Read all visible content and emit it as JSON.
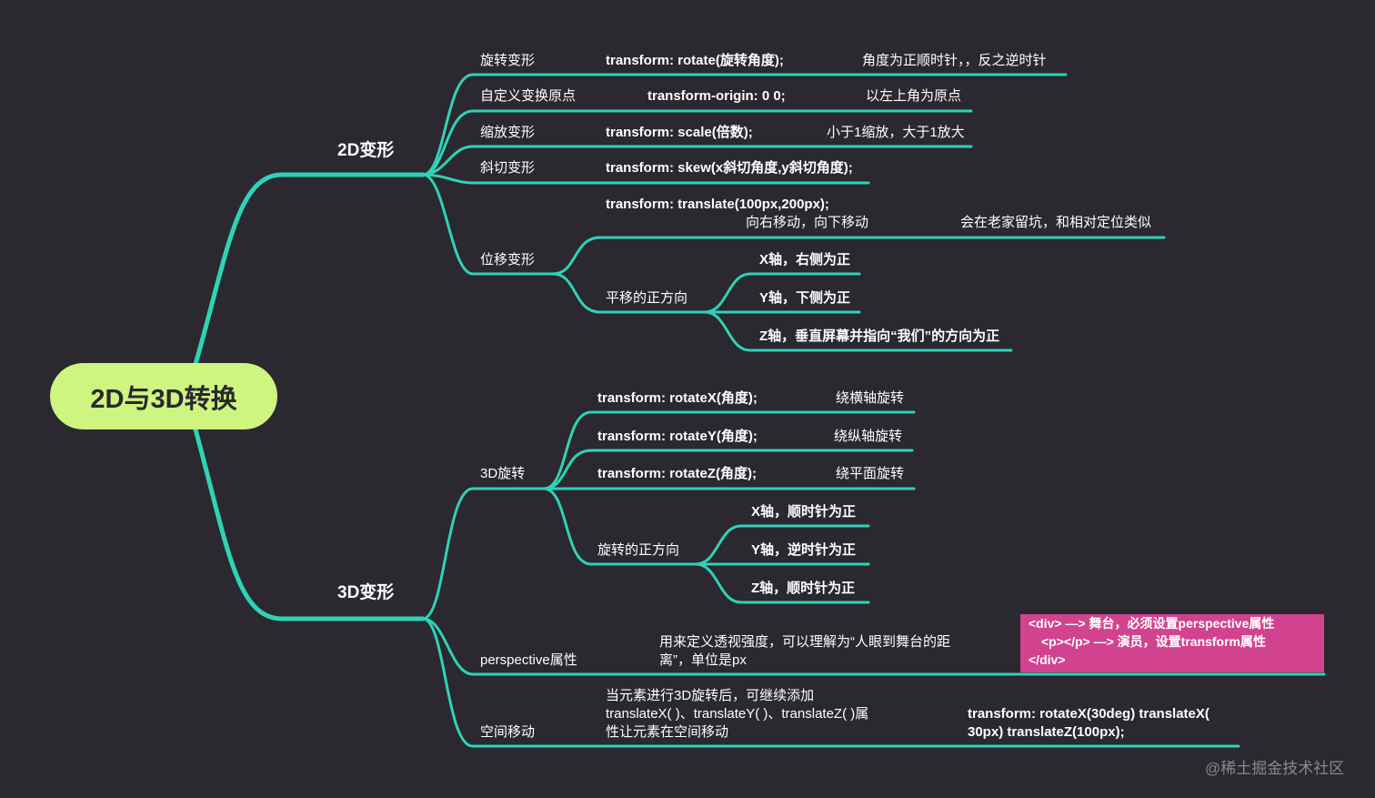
{
  "root": {
    "label": "2D与3D转换"
  },
  "colors": {
    "background": "#2b2830",
    "line": "#2fd2b6",
    "root_bg": "#cef57f",
    "highlight_bg": "#d2438f"
  },
  "branches": {
    "2d": {
      "label": "2D变形",
      "rotate": {
        "label": "旋转变形",
        "code": "transform: rotate(旋转角度);",
        "note": "角度为正顺时针，，反之逆时针"
      },
      "origin": {
        "label": "自定义变换原点",
        "code": "transform-origin: 0 0;",
        "note": "以左上角为原点"
      },
      "scale": {
        "label": "缩放变形",
        "code": "transform: scale(倍数);",
        "note": "小于1缩放，大于1放大"
      },
      "skew": {
        "label": "斜切变形",
        "code": "transform: skew(x斜切角度,y斜切角度);"
      },
      "translate": {
        "label": "位移变形",
        "code": "transform: translate(100px,200px);",
        "code_sub": "向右移动，向下移动",
        "note": "会在老家留坑，和相对定位类似",
        "direction": {
          "label": "平移的正方向",
          "x": "X轴，右侧为正",
          "y": "Y轴，下侧为正",
          "z": "Z轴，垂直屏幕并指向“我们”的方向为正"
        }
      }
    },
    "3d": {
      "label": "3D变形",
      "rotate3d": {
        "label": "3D旋转",
        "rx": {
          "code": "transform: rotateX(角度);",
          "note": "绕横轴旋转"
        },
        "ry": {
          "code": "transform: rotateY(角度);",
          "note": "绕纵轴旋转"
        },
        "rz": {
          "code": "transform: rotateZ(角度);",
          "note": "绕平面旋转"
        },
        "direction": {
          "label": "旋转的正方向",
          "x": "X轴，顺时针为正",
          "y": "Y轴，逆时针为正",
          "z": "Z轴，顺时针为正"
        }
      },
      "perspective": {
        "label": "perspective属性",
        "desc_line1": "用来定义透视强度，可以理解为“人眼到舞台的距",
        "desc_line2": "离”，单位是px",
        "box_line1": "<div> —> 舞台，必须设置perspective属性",
        "box_line2": "<p></p> —> 演员，设置transform属性",
        "box_line3": "</div>"
      },
      "space": {
        "label": "空间移动",
        "desc_line1": "当元素进行3D旋转后，可继续添加",
        "desc_line2": "translateX( )、translateY( )、translateZ( )属",
        "desc_line3": "性让元素在空间移动",
        "code_line1": "transform: rotateX(30deg) translateX(",
        "code_line2": "30px) translateZ(100px);"
      }
    }
  },
  "watermark": "@稀土掘金技术社区"
}
